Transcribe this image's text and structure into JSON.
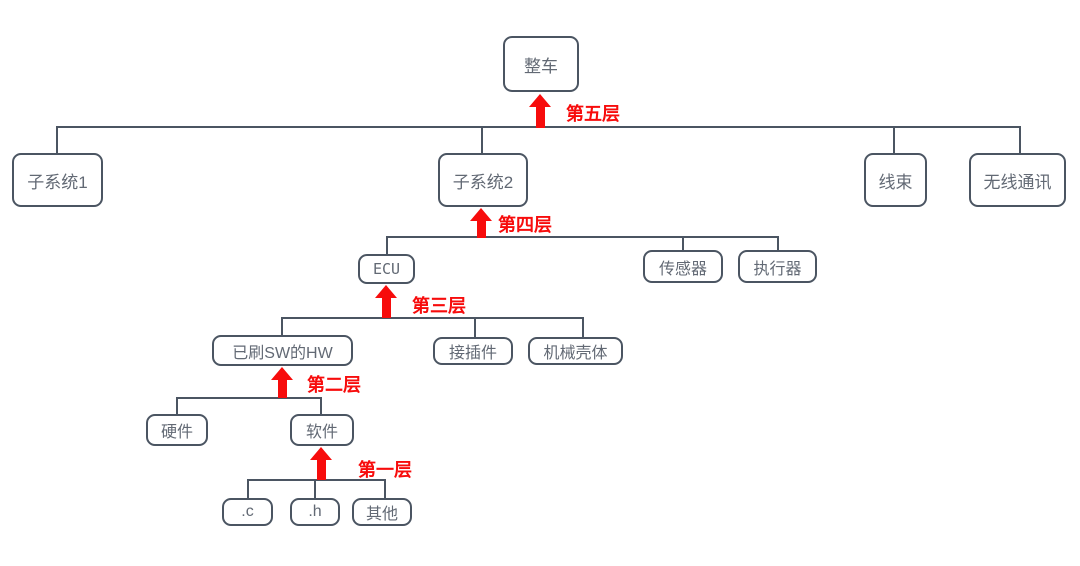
{
  "diagram": {
    "type": "tree",
    "background_color": "#ffffff",
    "node_border_color": "#4b5562",
    "node_text_color": "#626974",
    "arrow_color": "#f70c0c",
    "nodes": {
      "vehicle": {
        "label": "整车"
      },
      "subsystem1": {
        "label": "子系统1"
      },
      "subsystem2": {
        "label": "子系统2"
      },
      "harness": {
        "label": "线束"
      },
      "wireless": {
        "label": "无线通讯"
      },
      "ecu": {
        "label": "ECU"
      },
      "sensor": {
        "label": "传感器"
      },
      "actuator": {
        "label": "执行器"
      },
      "flashed_hw": {
        "label": "已刷SW的HW"
      },
      "connector": {
        "label": "接插件"
      },
      "housing": {
        "label": "机械壳体"
      },
      "hardware": {
        "label": "硬件"
      },
      "software": {
        "label": "软件"
      },
      "c_file": {
        "label": ".c"
      },
      "h_file": {
        "label": ".h"
      },
      "other": {
        "label": "其他"
      }
    },
    "levels": {
      "l5": {
        "label": "第五层"
      },
      "l4": {
        "label": "第四层"
      },
      "l3": {
        "label": "第三层"
      },
      "l2": {
        "label": "第二层"
      },
      "l1": {
        "label": "第一层"
      }
    },
    "edges": [
      {
        "from": "vehicle",
        "to": "subsystem1"
      },
      {
        "from": "vehicle",
        "to": "subsystem2"
      },
      {
        "from": "vehicle",
        "to": "harness"
      },
      {
        "from": "vehicle",
        "to": "wireless"
      },
      {
        "from": "subsystem2",
        "to": "ecu"
      },
      {
        "from": "subsystem2",
        "to": "sensor"
      },
      {
        "from": "subsystem2",
        "to": "actuator"
      },
      {
        "from": "ecu",
        "to": "flashed_hw"
      },
      {
        "from": "ecu",
        "to": "connector"
      },
      {
        "from": "ecu",
        "to": "housing"
      },
      {
        "from": "flashed_hw",
        "to": "hardware"
      },
      {
        "from": "flashed_hw",
        "to": "software"
      },
      {
        "from": "software",
        "to": "c_file"
      },
      {
        "from": "software",
        "to": "h_file"
      },
      {
        "from": "software",
        "to": "other"
      }
    ]
  }
}
